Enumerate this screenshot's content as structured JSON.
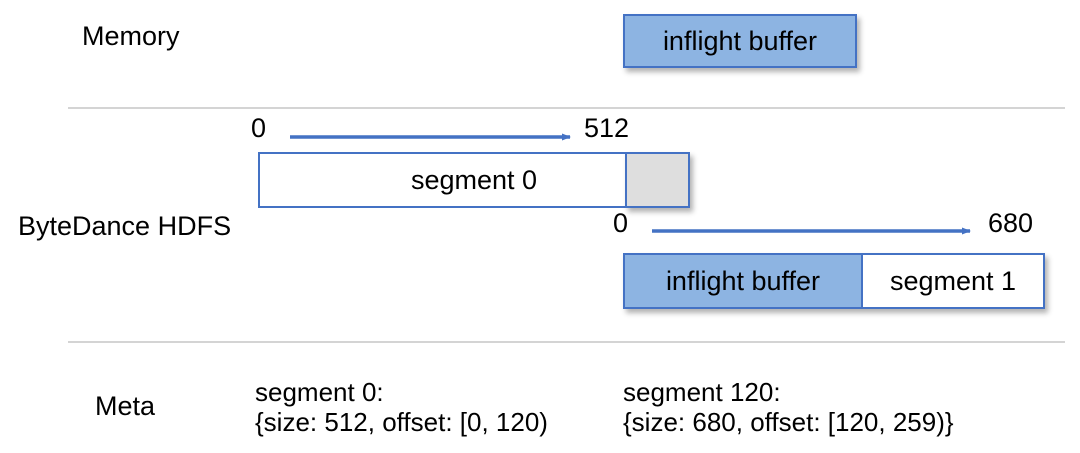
{
  "colors": {
    "blue_fill": "#8DB4E2",
    "blue_border": "#4472C4",
    "gray_fill": "#DEDEDE",
    "arrow_color": "#4472C4",
    "divider_color": "#D4D4D4",
    "text_color": "#000000"
  },
  "memory_row": {
    "label": "Memory",
    "inflight_buffer": "inflight buffer"
  },
  "hdfs_row": {
    "label": "ByteDance HDFS",
    "ruler_segment0": {
      "start": "0",
      "end": "512"
    },
    "segment0": "segment 0",
    "ruler_inflight": {
      "start": "0",
      "end": "680"
    },
    "inflight_buffer": "inflight buffer",
    "segment1": "segment 1"
  },
  "meta_row": {
    "label": "Meta",
    "entries": [
      {
        "name": "segment 0:",
        "value": "{size: 512, offset: [0, 120)"
      },
      {
        "name": "segment 120:",
        "value": "{size: 680, offset: [120, 259)}"
      }
    ]
  }
}
